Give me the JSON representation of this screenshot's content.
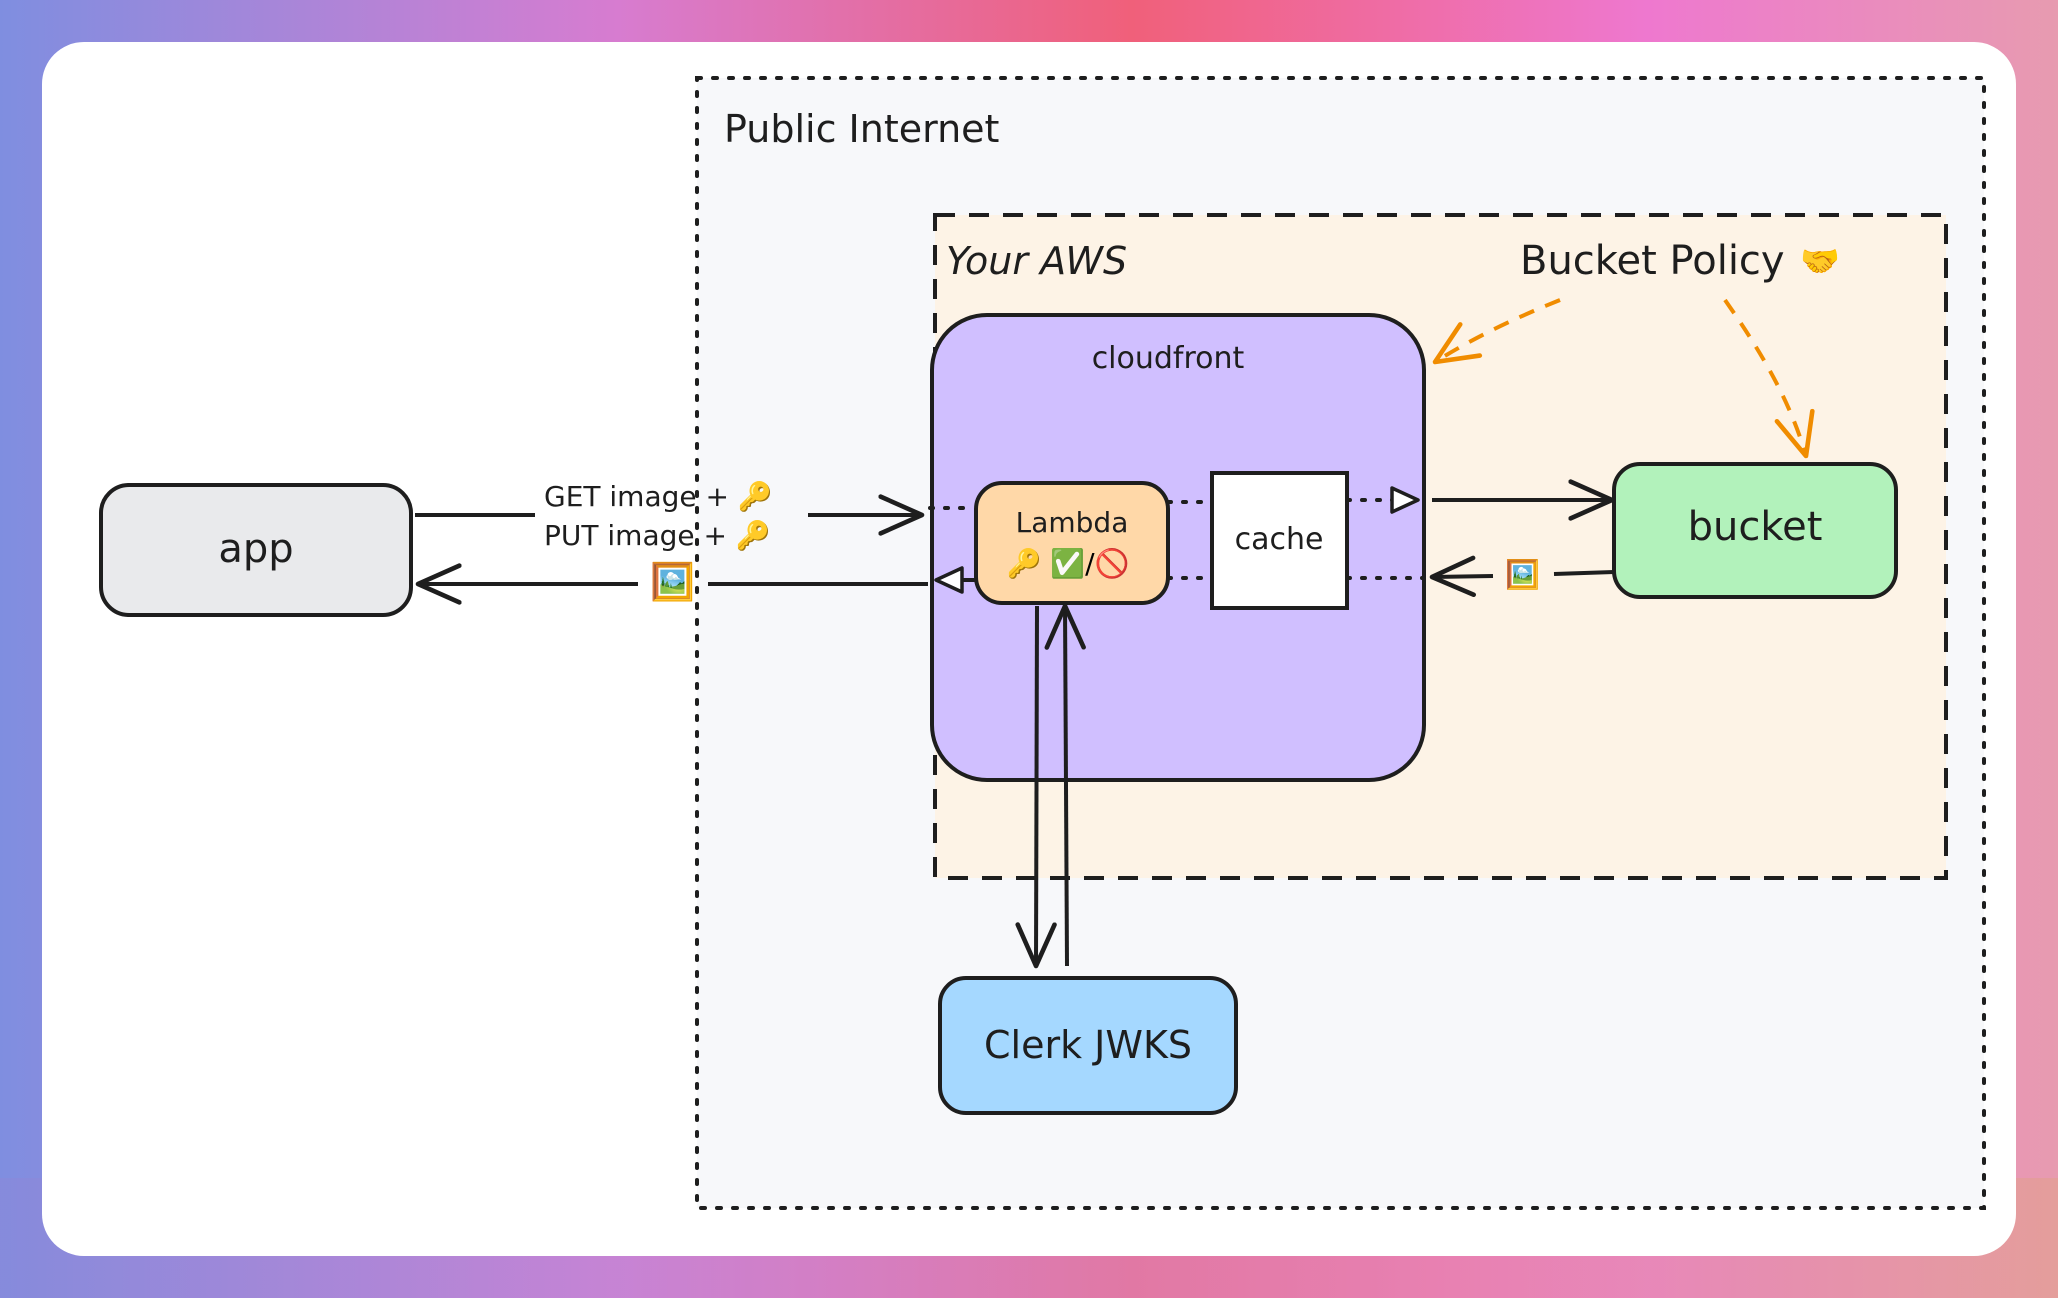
{
  "zones": {
    "public_internet": {
      "label": "Public Internet"
    },
    "your_aws": {
      "label": "Your AWS"
    },
    "bucket_policy": {
      "label": "Bucket Policy",
      "emoji": "🤝"
    }
  },
  "nodes": {
    "app": {
      "label": "app",
      "color": "#e9eaec"
    },
    "cloudfront": {
      "label": "cloudfront",
      "color": "#d0bfff"
    },
    "lambda": {
      "label": "Lambda",
      "icons": "🔑 ✅/🚫",
      "color": "#ffd8a8"
    },
    "cache": {
      "label": "cache",
      "color": "#ffffff"
    },
    "bucket": {
      "label": "bucket",
      "color": "#b2f2bb"
    },
    "clerk_jwks": {
      "label": "Clerk JWKS",
      "color": "#a5d8ff"
    }
  },
  "edges": {
    "get_request": {
      "label": "GET image + 🔑"
    },
    "put_request": {
      "label": "PUT image + 🔑"
    },
    "image_response": {
      "label": "🖼️"
    },
    "bucket_response": {
      "label": "🖼️"
    }
  },
  "colors": {
    "public_internet_fill": "#f7f8fa",
    "aws_fill": "#fdf3e6",
    "policy_arrow": "#f08c00",
    "stroke": "#1e1e1e"
  }
}
